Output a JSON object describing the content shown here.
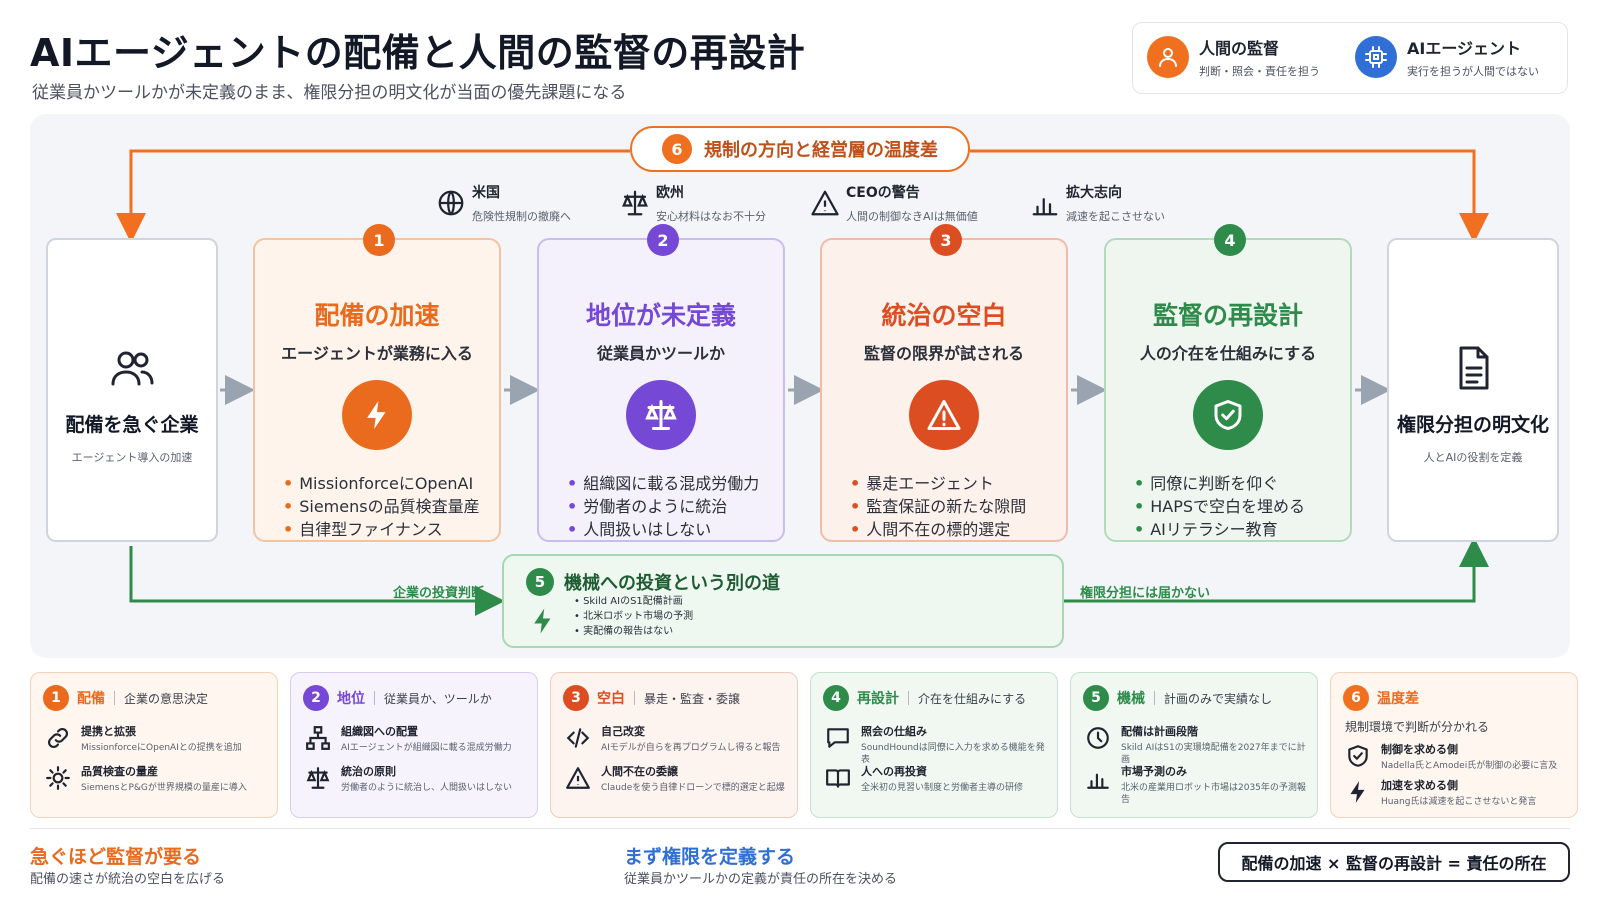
{
  "title": "AIエージェントの配備と人間の監督の再設計",
  "subtitle": "従業員かツールかが未定義のまま、権限分担の明文化が当面の優先課題になる",
  "legend": {
    "human": {
      "title": "人間の監督",
      "desc": "判断・照会・責任を担う",
      "icon": "person-icon",
      "color": "#f07020"
    },
    "agent": {
      "title": "AIエージェント",
      "desc": "実行を担うが人間ではない",
      "icon": "chip-icon",
      "color": "#2f6fd6"
    }
  },
  "regulation": {
    "number": "6",
    "label": "規制の方向と経営層の温度差",
    "items": [
      {
        "title": "米国",
        "desc": "危険性規制の撤廃へ",
        "icon": "globe-icon"
      },
      {
        "title": "欧州",
        "desc": "安心材料はなお不十分",
        "icon": "scales-icon"
      },
      {
        "title": "CEOの警告",
        "desc": "人間の制御なきAIは無価値",
        "icon": "warning-icon"
      },
      {
        "title": "拡大志向",
        "desc": "減速を起こさせない",
        "icon": "bar-chart-icon"
      }
    ]
  },
  "start": {
    "title": "配備を急ぐ企業",
    "desc": "エージェント導入の加速",
    "icon": "people-icon"
  },
  "end": {
    "title": "権限分担の明文化",
    "desc": "人とAIの役割を定義",
    "icon": "document-icon"
  },
  "stages": [
    {
      "number": "1",
      "title": "配備の加速",
      "subtitle": "エージェントが業務に入る",
      "icon": "lightning-icon",
      "color": "#ea6a1e",
      "bullets": [
        "MissionforceにOpenAI",
        "Siemensの品質検査量産",
        "自律型ファイナンス"
      ]
    },
    {
      "number": "2",
      "title": "地位が未定義",
      "subtitle": "従業員かツールか",
      "icon": "scales-icon",
      "color": "#7548d6",
      "bullets": [
        "組織図に載る混成労働力",
        "労働者のように統治",
        "人間扱いはしない"
      ]
    },
    {
      "number": "3",
      "title": "統治の空白",
      "subtitle": "監督の限界が試される",
      "icon": "warning-icon",
      "color": "#dd4d22",
      "bullets": [
        "暴走エージェント",
        "監査保証の新たな隙間",
        "人間不在の標的選定"
      ]
    },
    {
      "number": "4",
      "title": "監督の再設計",
      "subtitle": "人の介在を仕組みにする",
      "icon": "shield-icon",
      "color": "#2e8b4a",
      "bullets": [
        "同僚に判断を仰ぐ",
        "HAPSで空白を埋める",
        "AIリテラシー教育"
      ]
    }
  ],
  "machine": {
    "number": "5",
    "title": "機械への投資という別の道",
    "bullets": [
      "Skild AIのS1配備計画",
      "北米ロボット市場の予測",
      "実配備の報告はない"
    ],
    "left_label": "企業の投資判断",
    "right_label": "権限分担には届かない"
  },
  "cards": [
    {
      "number": "1",
      "name": "配備",
      "tag": "企業の意思決定",
      "rows": [
        {
          "icon": "link-icon",
          "title": "提携と拡張",
          "desc": "MissionforceにOpenAIとの提携を追加"
        },
        {
          "icon": "gear-icon",
          "title": "品質検査の量産",
          "desc": "SiemensとP&Gが世界規模の量産に導入"
        }
      ]
    },
    {
      "number": "2",
      "name": "地位",
      "tag": "従業員か、ツールか",
      "rows": [
        {
          "icon": "org-chart-icon",
          "title": "組織図への配置",
          "desc": "AIエージェントが組織図に載る混成労働力"
        },
        {
          "icon": "scales-icon",
          "title": "統治の原則",
          "desc": "労働者のように統治し、人間扱いはしない"
        }
      ]
    },
    {
      "number": "3",
      "name": "空白",
      "tag": "暴走・監査・委譲",
      "rows": [
        {
          "icon": "code-icon",
          "title": "自己改変",
          "desc": "AIモデルが自らを再プログラムし得ると報告"
        },
        {
          "icon": "warning-icon",
          "title": "人間不在の委譲",
          "desc": "Claudeを使う自律ドローンで標的選定と起爆"
        }
      ]
    },
    {
      "number": "4",
      "name": "再設計",
      "tag": "介在を仕組みにする",
      "rows": [
        {
          "icon": "chat-icon",
          "title": "照会の仕組み",
          "desc": "SoundHoundは同僚に入力を求める機能を発表"
        },
        {
          "icon": "book-icon",
          "title": "人への再投資",
          "desc": "全米初の見習い制度と労働者主導の研修"
        }
      ]
    },
    {
      "number": "5",
      "name": "機械",
      "tag": "計画のみで実績なし",
      "rows": [
        {
          "icon": "clock-icon",
          "title": "配備は計画段階",
          "desc": "Skild AIはS1の実環境配備を2027年までに計画"
        },
        {
          "icon": "bar-chart-icon",
          "title": "市場予測のみ",
          "desc": "北米の産業用ロボット市場は2035年の予測報告"
        }
      ]
    },
    {
      "number": "6",
      "name": "温度差",
      "tag": "",
      "sub": "規制環境で判断が分かれる",
      "rows": [
        {
          "icon": "shield-icon",
          "title": "制御を求める側",
          "desc": "Nadella氏とAmodei氏が制御の必要に言及"
        },
        {
          "icon": "lightning-icon",
          "title": "加速を求める側",
          "desc": "Huang氏は減速を起こさせないと発言"
        }
      ]
    }
  ],
  "footer": {
    "left_title": "急ぐほど監督が要る",
    "left_desc": "配備の速さが統治の空白を広げる",
    "mid_title": "まず権限を定義する",
    "mid_desc": "従業員かツールかの定義が責任の所在を決める",
    "formula": "配備の加速 × 監督の再設計 = 責任の所在"
  },
  "colors": {
    "orange": "#f07020",
    "purple": "#7548d6",
    "red": "#dd4d22",
    "green": "#2e8b4a",
    "blue": "#2f6fd6"
  }
}
